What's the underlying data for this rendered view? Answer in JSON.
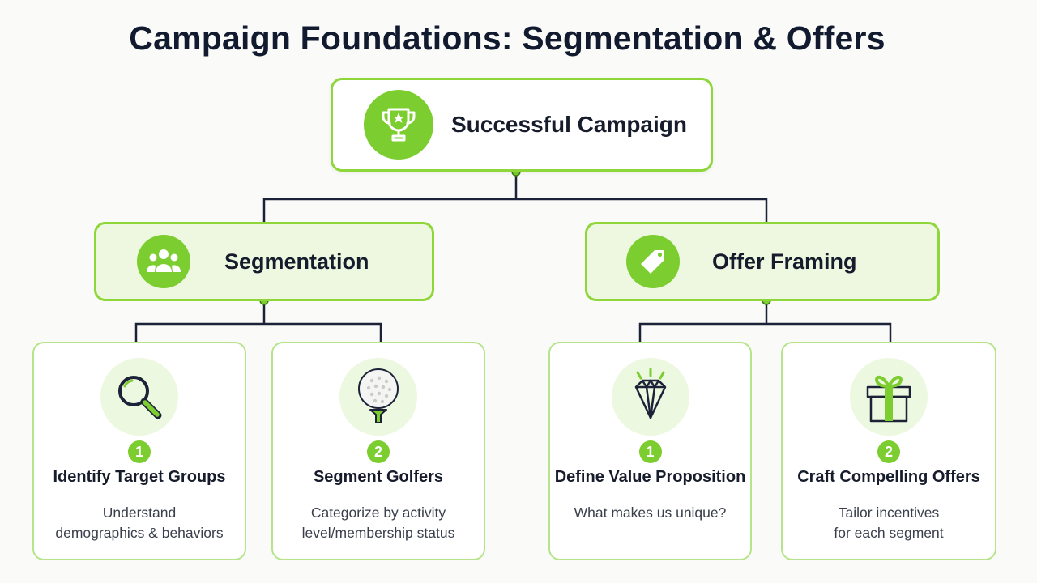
{
  "title": "Campaign Foundations: Segmentation & Offers",
  "root": {
    "label": "Successful Campaign",
    "icon": "trophy-icon"
  },
  "branches": [
    {
      "label": "Segmentation",
      "icon": "people-group-icon",
      "steps": [
        {
          "number": "1",
          "title": "Identify Target Groups",
          "desc_lines": [
            "Understand",
            "demographics & behaviors"
          ],
          "icon": "magnifying-glass-icon"
        },
        {
          "number": "2",
          "title": "Segment Golfers",
          "desc_lines": [
            "Categorize by activity",
            "level/membership status"
          ],
          "icon": "golf-ball-icon"
        }
      ]
    },
    {
      "label": "Offer Framing",
      "icon": "price-tag-icon",
      "steps": [
        {
          "number": "1",
          "title": "Define Value Proposition",
          "desc_lines": [
            "What makes us unique?"
          ],
          "icon": "diamond-icon"
        },
        {
          "number": "2",
          "title": "Craft Compelling Offers",
          "desc_lines": [
            "Tailor incentives",
            "for each segment"
          ],
          "icon": "gift-icon"
        }
      ]
    }
  ],
  "colors": {
    "accent": "#7ccd2f",
    "border": "#8fd63a",
    "light_fill": "#eef8e1",
    "connector": "#1c2238"
  }
}
